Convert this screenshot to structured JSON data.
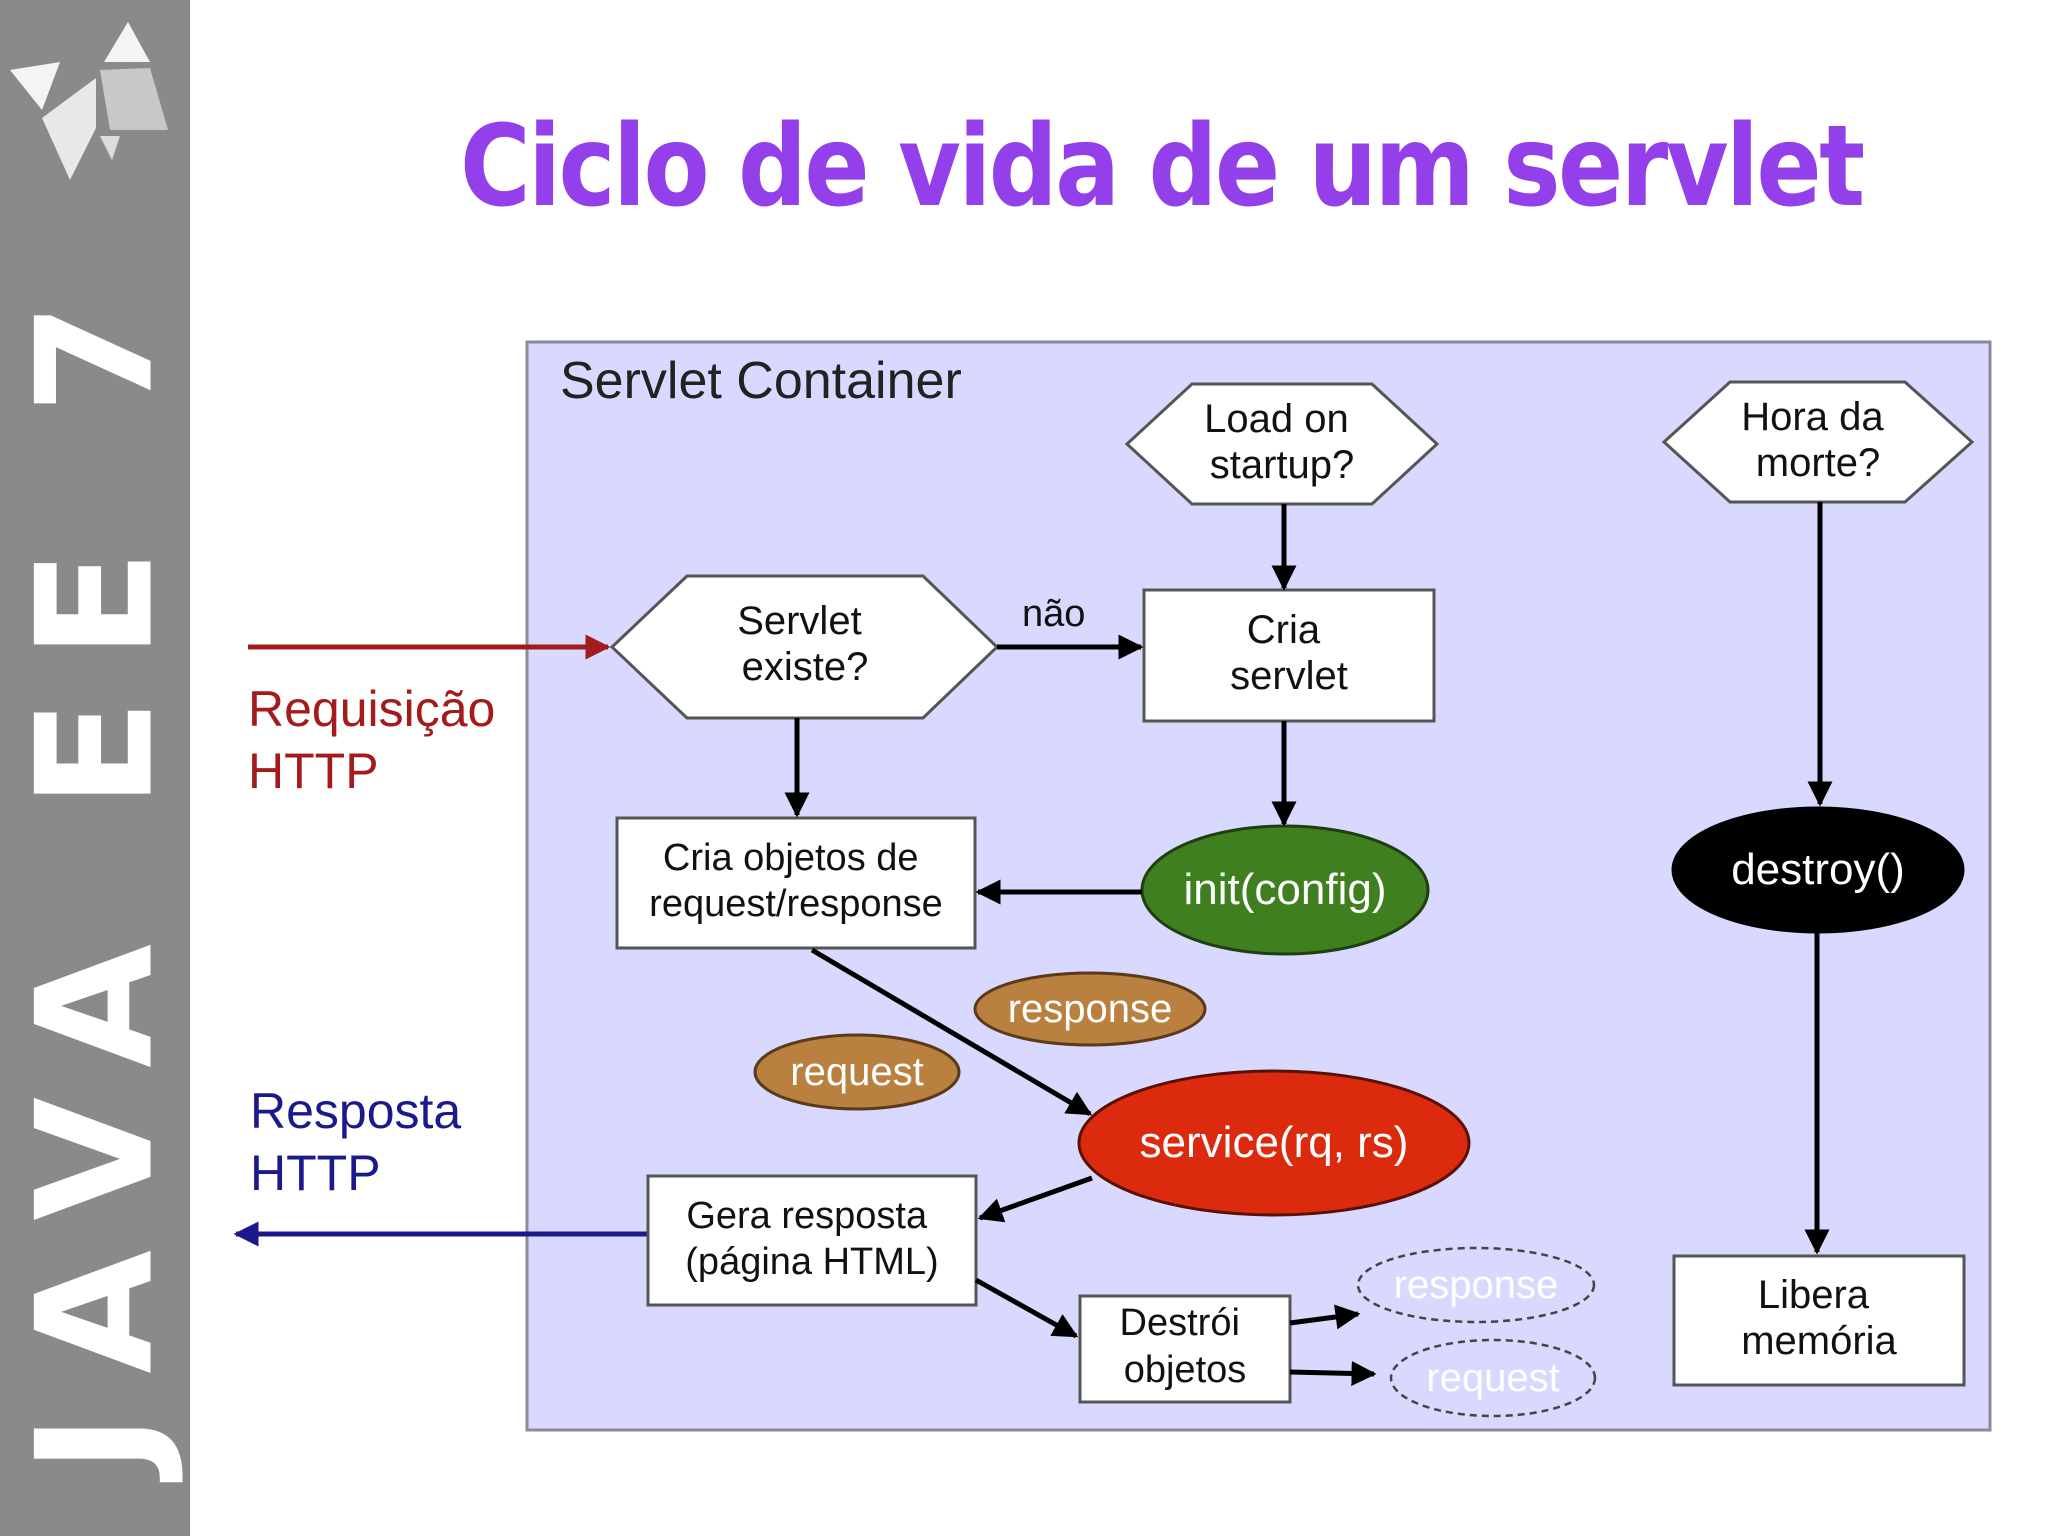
{
  "slide": {
    "title": "Ciclo de vida de um servlet",
    "sidebar_text": "JAVA EE 7"
  },
  "colors": {
    "title": "#9440ea",
    "sidebar": "#8a8a8a",
    "container_fill": "#d9d9ff",
    "request_arrow": "#a31b1b",
    "response_arrow": "#1a1a8c",
    "init_fill": "#3f7f1f",
    "service_fill": "#dc2a0f",
    "destroy_fill": "#000000",
    "token_fill": "#b98040"
  },
  "diagram": {
    "container_label": "Servlet Container",
    "request_label": [
      "Requisição",
      "HTTP"
    ],
    "response_label": [
      "Resposta",
      "HTTP"
    ],
    "decision_exists": [
      "Servlet",
      "existe?"
    ],
    "decision_load": [
      "Load on",
      "startup?"
    ],
    "decision_death": [
      "Hora da",
      "morte?"
    ],
    "edge_no_label": "não",
    "box_create_servlet": [
      "Cria",
      "servlet"
    ],
    "box_create_objects": [
      "Cria objetos de",
      "request/response"
    ],
    "box_generate_response": [
      "Gera resposta",
      "(página HTML)"
    ],
    "box_destroy_objects": [
      "Destrói",
      "objetos"
    ],
    "box_free_memory": [
      "Libera",
      "memória"
    ],
    "oval_init": "init(config)",
    "oval_service": "service(rq, rs)",
    "oval_destroy": "destroy()",
    "token_response": "response",
    "token_request": "request",
    "ghost_response": "response",
    "ghost_request": "request"
  }
}
